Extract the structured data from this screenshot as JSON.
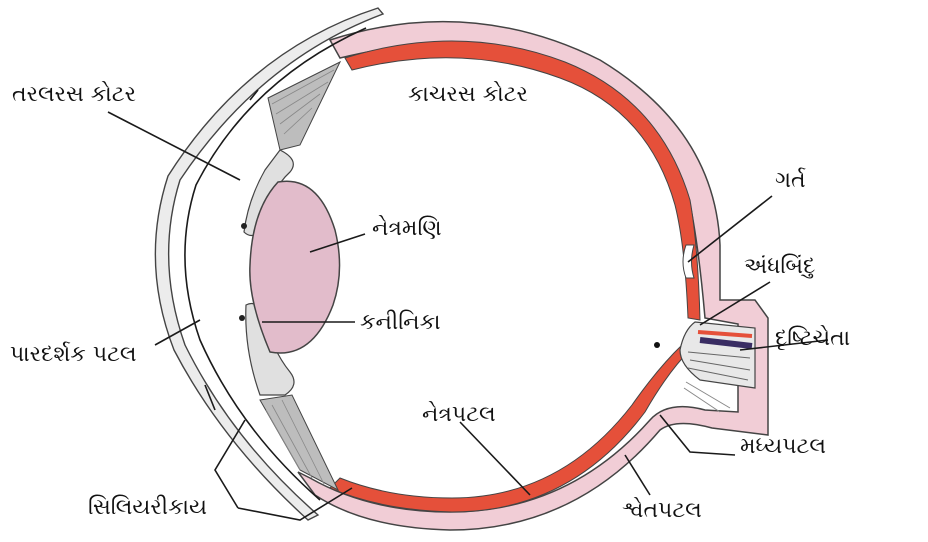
{
  "diagram": {
    "labels": {
      "aqueous_chamber": "તરલરસ કોટર",
      "vitreous_chamber": "કાચરસ કોટર",
      "fovea": "ગર્ત",
      "lens": "નેત્રમણિ",
      "blind_spot": "અંધબિંદુ",
      "pupil": "કનીનિકા",
      "optic_nerve": "દૃષ્ટિચેતા",
      "cornea": "પારદર્શક પટલ",
      "retina": "નેત્રપટલ",
      "choroid": "મધ્યપટલ",
      "ciliary_body": "સિલિયરીકાય",
      "sclera": "શ્વેતપટલ"
    },
    "colors": {
      "sclera_pink": "#f1cdd6",
      "choroid_red": "#e5503a",
      "lens_pink": "#e2bccb",
      "outline": "#444444",
      "muscle_gray": "#bdbdbd"
    }
  }
}
